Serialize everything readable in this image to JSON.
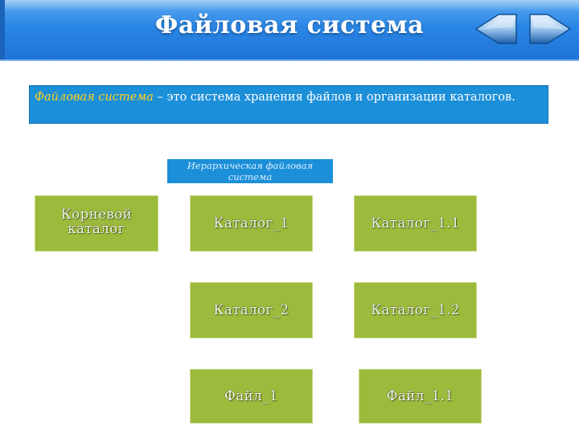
{
  "header": {
    "title": "Файловая система",
    "prev_icon": "left-arrow-icon",
    "next_icon": "right-arrow-icon",
    "accent_color": "#2a86e6"
  },
  "definition": {
    "term": "Файловая система",
    "text": " – это система хранения файлов и организации каталогов."
  },
  "diagram": {
    "hierarchy_label": "Иерархическая файловая система",
    "node_color": "#9cba3c",
    "nodes": {
      "root": "Корневой каталог",
      "catalog_1": "Каталог_1",
      "catalog_1_1": "Каталог_1.1",
      "catalog_2": "Каталог_2",
      "catalog_1_2": "Каталог_1.2",
      "file_1": "Файл_1",
      "file_1_1": "Файл_1.1"
    }
  }
}
